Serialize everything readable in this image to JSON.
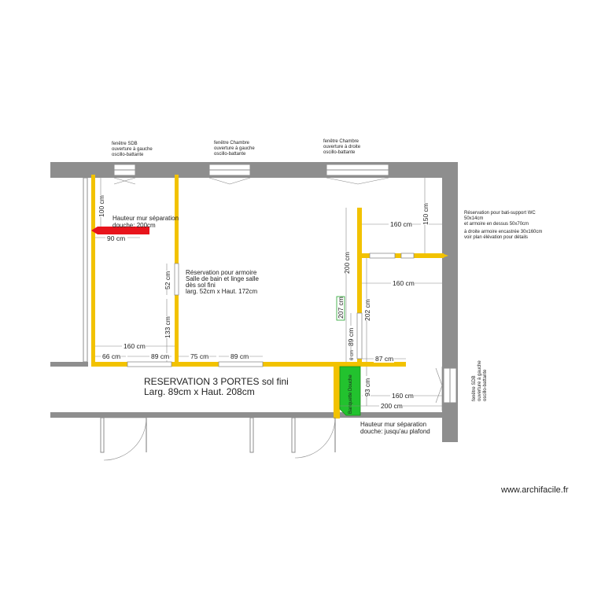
{
  "colors": {
    "wall": "#8e8e8e",
    "partition": "#f2c200",
    "marker": "#e8141c",
    "bench": "#22c22e",
    "dimension": "#888888",
    "text": "#222222"
  },
  "windows": {
    "sdb_top": [
      "fenêtre SDB",
      "ouverture à gauche",
      "oscillo-battante"
    ],
    "chambre_left": [
      "fenêtre Chambre",
      "ouverture à gauche",
      "oscillo-battante"
    ],
    "chambre_right": [
      "fenêtre Chambre",
      "ouverture à droite",
      "oscillo-battante"
    ],
    "sdb_right": [
      "fenêtre SDB",
      "ouverture à gauche",
      "oscillo-battante"
    ]
  },
  "notes": {
    "wc": [
      "Réservation pour bati-support WC",
      "50x14cm",
      "et armoire en dessus 50x70cm",
      "",
      "à droite armoire encastrée 30x160cm",
      "voir plan élévation pour détails"
    ],
    "separation_left": [
      "Hauteur mur séparation",
      "douche: 200cm"
    ],
    "armoire": [
      "Réservation pour armoire",
      "Salle de bain et linge salle",
      "dès sol fini",
      "larg. 52cm x Haut. 172cm"
    ],
    "portes": [
      "RESERVATION 3 PORTES sol fini",
      "Larg. 89cm x Haut. 208cm"
    ],
    "separation_bottom": [
      "Hauteur mur séparation",
      "douche: jusqu'au plafond"
    ],
    "banquette": "Banquette Douche"
  },
  "dimensions": {
    "d100": "100 cm",
    "d90": "90 cm",
    "d52": "52 cm",
    "d133": "133 cm",
    "d160a": "160 cm",
    "d66": "66 cm",
    "d89a": "89 cm",
    "d75": "75 cm",
    "d89b": "89 cm",
    "d150": "150 cm",
    "d160b": "160 cm",
    "d200v": "200 cm",
    "d160c": "160 cm",
    "d202": "202 cm",
    "d207": "207 cm",
    "d89c": "89 cm",
    "d6": "6 cm",
    "d87": "87 cm",
    "d93": "93 cm",
    "d160d": "160 cm",
    "d200h": "200 cm"
  },
  "brand": "www.archifacile.fr"
}
